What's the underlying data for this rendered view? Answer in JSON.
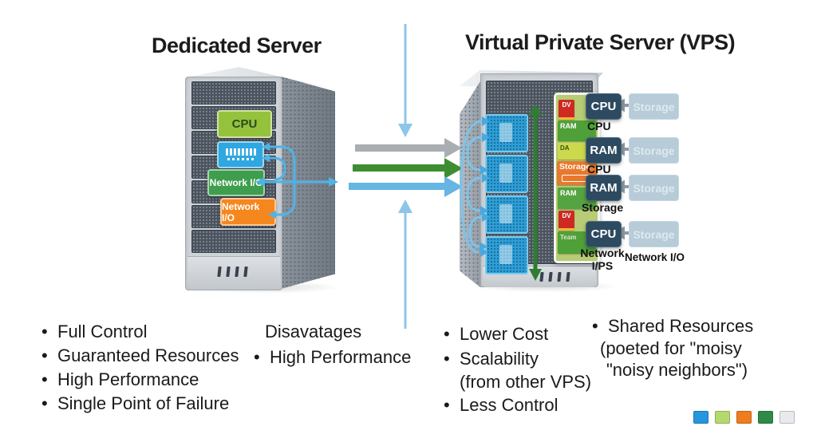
{
  "titles": {
    "left": "Dedicated Server",
    "right": "Virtual Private Server (VPS)"
  },
  "dedicated": {
    "boxes": [
      {
        "label": "CPU",
        "color": "#95c23d",
        "text_color": "#2c4a1e"
      },
      {
        "label": "",
        "color": "#2fa7e0",
        "icon": "ram-stick"
      },
      {
        "label": "Network I/O",
        "color": "#3f9e4e",
        "text_color": "#ffffff"
      },
      {
        "label": "Network I/O",
        "color": "#f5871f",
        "text_color": "#ffffff"
      }
    ]
  },
  "vps": {
    "stack": [
      {
        "label": "DV",
        "color": "#ce2a23"
      },
      {
        "label": "RAM",
        "color": "#4fa039"
      },
      {
        "label": "DA",
        "color": "#ccd94d"
      },
      {
        "label": "Storage",
        "color": "#e8792c"
      },
      {
        "label": "RAM",
        "color": "#55a441"
      },
      {
        "label": "DV",
        "color": "#ce2a23"
      },
      {
        "label": "Team",
        "color": "#4fa039"
      }
    ],
    "vm_rows": [
      {
        "chip": "CPU",
        "sub": "CPU",
        "storage": "Storage"
      },
      {
        "chip": "RAM",
        "sub": "CPU",
        "storage": "Storage"
      },
      {
        "chip": "RAM",
        "sub": "Storage",
        "storage": "Storage"
      },
      {
        "chip": "CPU",
        "sub_line1": "Network",
        "sub_line2": "I/PS",
        "storage": "Storage"
      }
    ],
    "network_io_label": "Network I/O"
  },
  "lists": {
    "dedicated": [
      "Full Control",
      "Guaranteed Resources",
      "High Performance",
      "Single Point of Failure"
    ],
    "middle_heading": "Disavatages",
    "middle": [
      "High Performance"
    ],
    "vps_a": [
      "Lower Cost",
      "Scalability",
      "(from other VPS)",
      "Less Control"
    ],
    "vps_b": [
      "Shared Resources",
      "(poeted for \"moisy",
      "\"noisy neighbors\")"
    ]
  },
  "legend": {
    "colors": [
      "#2596e0",
      "#b5d96e",
      "#f07d1d",
      "#2e8b47",
      "#e8eaed"
    ]
  },
  "arrow_colors": {
    "vertical_blue": "#8cc6e8",
    "gray": "#a9aeb3",
    "green": "#3e8e31",
    "blue": "#66b5e2",
    "connector_blue": "#4fb3e8",
    "module_blue": "#7cc3e8",
    "dark_green": "#2e7d32",
    "mini_gray": "#8d99a2"
  }
}
